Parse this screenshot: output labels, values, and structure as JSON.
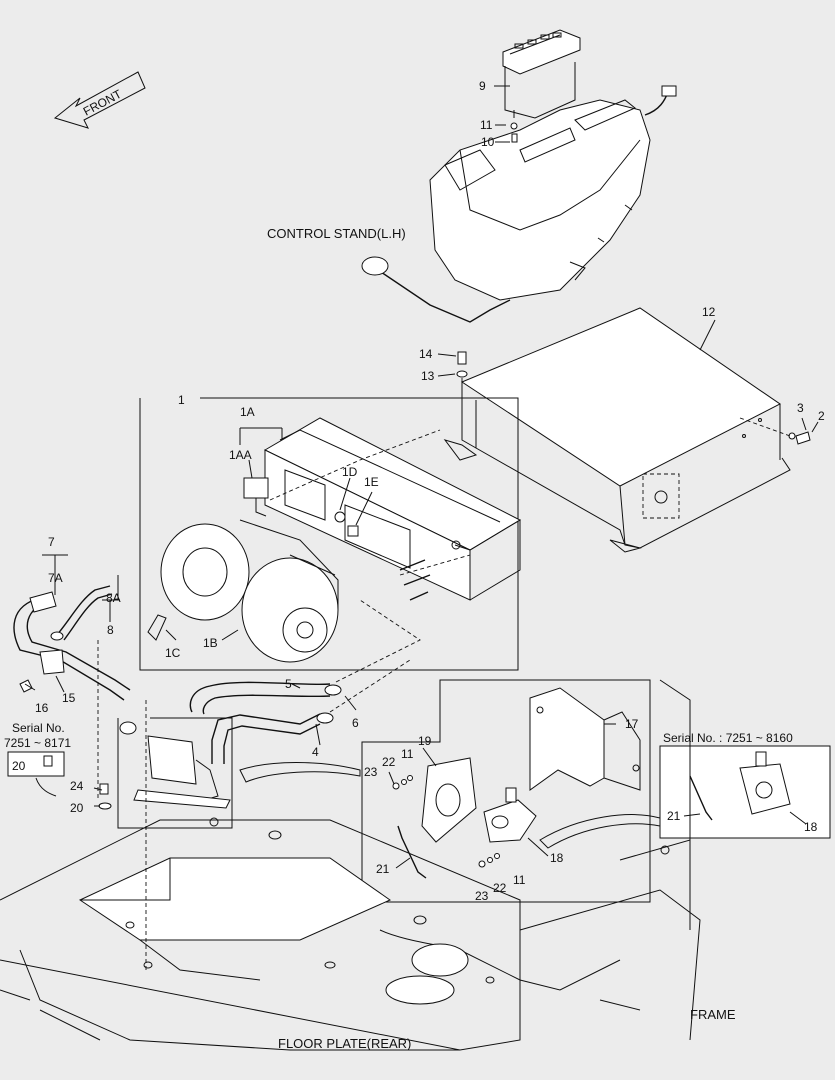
{
  "diagram": {
    "background": "#ececec",
    "line_color": "#111111",
    "titles": {
      "front": "FRONT",
      "control_stand": "CONTROL STAND(L.H)",
      "frame": "FRAME",
      "floor_plate": "FLOOR PLATE(REAR)"
    },
    "serial_notes": {
      "left_title": "Serial No.",
      "left_range": "7251 ~ 8171",
      "right": "Serial No. : 7251 ~ 8160"
    },
    "callouts": {
      "c1": "1",
      "c1A": "1A",
      "c1AA": "1AA",
      "c1B": "1B",
      "c1C": "1C",
      "c1D": "1D",
      "c1E": "1E",
      "c2": "2",
      "c3": "3",
      "c4": "4",
      "c5": "5",
      "c6": "6",
      "c7": "7",
      "c7A": "7A",
      "c8": "8",
      "c8A": "8A",
      "c9": "9",
      "c10": "10",
      "c11a": "11",
      "c11b": "11",
      "c11c": "11",
      "c12": "12",
      "c13": "13",
      "c14": "14",
      "c15": "15",
      "c16": "16",
      "c17": "17",
      "c18a": "18",
      "c18b": "18",
      "c19": "19",
      "c20a": "20",
      "c20b": "20",
      "c21a": "21",
      "c21b": "21",
      "c22a": "22",
      "c22b": "22",
      "c23a": "23",
      "c23b": "23",
      "c24": "24"
    }
  }
}
